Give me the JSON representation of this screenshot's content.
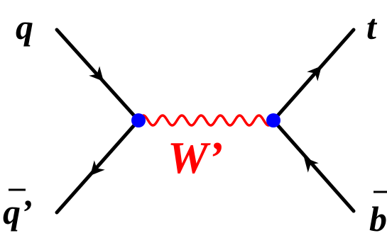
{
  "particles": {
    "incoming_quark": "q",
    "incoming_antiquark": "q’",
    "outgoing_top": "t",
    "outgoing_antibottom": "b"
  },
  "propagator": {
    "label": "W’"
  },
  "colors": {
    "fermion_line": "#000000",
    "boson_line": "#ff0000",
    "boson_label": "#ff0000",
    "vertex": "#0000ff"
  },
  "antiparticle_bars": [
    "incoming_antiquark",
    "outgoing_antibottom"
  ]
}
